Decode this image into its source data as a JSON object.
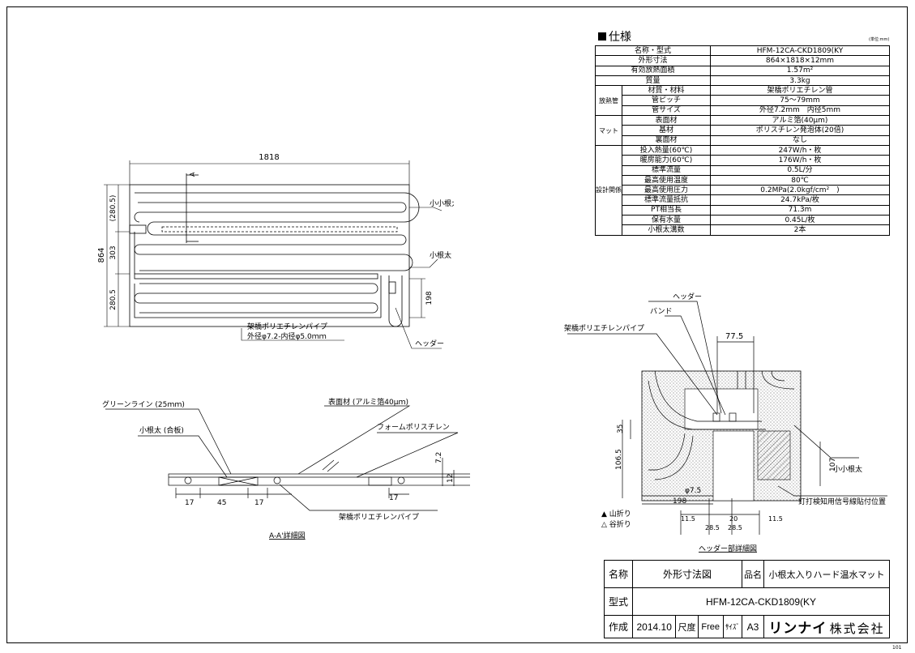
{
  "spec": {
    "title": "仕様",
    "unit": "(単位:mm)",
    "rows": [
      {
        "key": "名称・型式",
        "value": "HFM-12CA-CKD1809(KY"
      },
      {
        "key": "外形寸法",
        "value": "864×1818×12mm"
      },
      {
        "key": "有効放熱面積",
        "value": "1.57m²"
      },
      {
        "key": "質量",
        "value": "3.3kg"
      },
      {
        "key": "材質・材料",
        "value": "架橋ポリエチレン管"
      },
      {
        "key": "管ピッチ",
        "value": "75〜79mm"
      },
      {
        "key": "管サイズ",
        "value": "外径7.2mm　内径5mm"
      },
      {
        "key": "表面材",
        "value": "アルミ箔(40μm)"
      },
      {
        "key": "基材",
        "value": "ポリスチレン発泡体(20倍)"
      },
      {
        "key": "裏面材",
        "value": "なし"
      },
      {
        "key": "投入熱量(60℃)",
        "value": "247W/h・枚"
      },
      {
        "key": "暖房能力(60℃)",
        "value": "176W/h・枚"
      },
      {
        "key": "標準流量",
        "value": "0.5L/分"
      },
      {
        "key": "最高使用温度",
        "value": "80℃"
      },
      {
        "key": "最高使用圧力",
        "value": "0.2MPa(2.0kgf/cm²　)"
      },
      {
        "key": "標準流量抵抗",
        "value": "24.7kPa/枚"
      },
      {
        "key": "PT相当長",
        "value": "71.3m"
      },
      {
        "key": "保有水量",
        "value": "0.45L/枚"
      },
      {
        "key": "小根太溝数",
        "value": "2本"
      }
    ],
    "groups": {
      "pipe": "放熱管",
      "mat": "マット",
      "design": "設計関係"
    }
  },
  "plan": {
    "width_dim": "1818",
    "height_dim": "864",
    "dim_top": "(280.5)",
    "dim_mid": "303",
    "dim_bot": "280.5",
    "dim_header": "198",
    "section_mark": "A",
    "label_small_joist": "小小根太",
    "label_joist": "小根太",
    "label_pipe_1": "架橋ポリエチレンパイプ",
    "label_pipe_2": "外径φ7.2-内径φ5.0ｍｍ",
    "label_header": "ヘッダー"
  },
  "section": {
    "green_line": "グリーンライン (25ｍｍ)",
    "surface": "表面材 (アルミ箔40μｍ)",
    "joist": "小根太 (合板)",
    "foam": "フォームポリスチレン",
    "pipe": "架橋ポリエチレンパイプ",
    "d17a": "17",
    "d45": "45",
    "d17b": "17",
    "d17c": "17",
    "d72": "7.2",
    "d12": "12",
    "caption": "A-A'詳細図"
  },
  "header_detail": {
    "header": "ヘッダー",
    "band": "バンド",
    "pipe": "架橋ポリエチレンパイプ",
    "d775": "77.5",
    "d35": "35",
    "d1065": "106.5",
    "d107": "107",
    "d75": "φ7.5",
    "d198": "198",
    "d115a": "11.5",
    "d20": "20",
    "d115b": "11.5",
    "d285a": "28.5",
    "d285b": "28.5",
    "small_joist": "小小根太",
    "nail": "釘打検知用信号線貼付位置",
    "mountain": "▲ 山折り",
    "valley": "△ 谷折り",
    "caption": "ヘッダー部詳細図"
  },
  "title_block": {
    "name_label": "名称",
    "name_value": "外形寸法図",
    "product_label": "品名",
    "product_value": "小根太入りハード温水マット",
    "model_label": "型式",
    "model_value": "HFM-12CA-CKD1809(KY",
    "created_label": "作成",
    "created_value": "2014.10",
    "scale_label": "尺度",
    "scale_value": "Free",
    "size_label": "ｻｲｽﾞ",
    "size_value": "A3",
    "brand": "リンナイ",
    "company": "株式会社"
  },
  "page_no": "101"
}
